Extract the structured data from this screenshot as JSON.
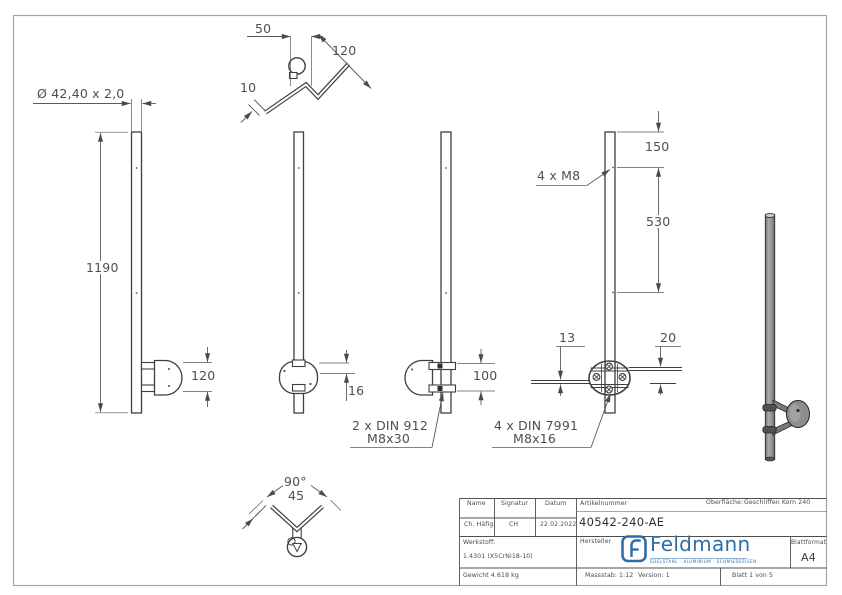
{
  "drawing": {
    "dims": {
      "diameter": "Ø 42,40 x 2,0",
      "height": "1190",
      "bracket_height": "120",
      "plate_16": "16",
      "hole_spacing": "100",
      "top_offset": "150",
      "hole_distance": "530",
      "left_13": "13",
      "right_20": "20",
      "top_50": "50",
      "arm_120": "120",
      "thickness_10": "10",
      "angle_90": "90°",
      "angle_45": "45"
    },
    "labels": {
      "threads": "4 x M8",
      "din912_1": "2 x DIN 912",
      "din912_2": "M8x30",
      "din7991_1": "4 x DIN 7991",
      "din7991_2": "M8x16"
    }
  },
  "title_block": {
    "headers": {
      "name": "Name",
      "signatur": "Signatur",
      "datum": "Datum",
      "artikelnummer": "Artikelnummer",
      "oberflaeche": "Oberfläche:",
      "hersteller": "Hersteller",
      "blattformat": "Blattformat",
      "werkstoff": "Werkstoff:"
    },
    "values": {
      "name": "Ch. Häfig",
      "signatur": "CH",
      "datum": "22.02.2022",
      "artikelnummer": "40542-240-AE",
      "oberflaeche": "Geschliffen Korn 240",
      "werkstoff": "1.4301 (X5CrNi18-10)",
      "gewicht": "Gewicht 4.618 kg",
      "massstab": "Massstab: 1:12",
      "version": "Version: 1",
      "blatt": "Blatt 1 von 5",
      "blattformat": "A4"
    }
  },
  "logo": {
    "wordmark": "Feldmann",
    "tagline": "EDELSTAHL · ALUMINIUM · SCHMIEDEEISEN"
  },
  "colors": {
    "part_line": "#3f3f3f",
    "dim_line": "#5a5a5a",
    "logo_blue": "#2e6da8",
    "frame": "#a3a3a3"
  }
}
